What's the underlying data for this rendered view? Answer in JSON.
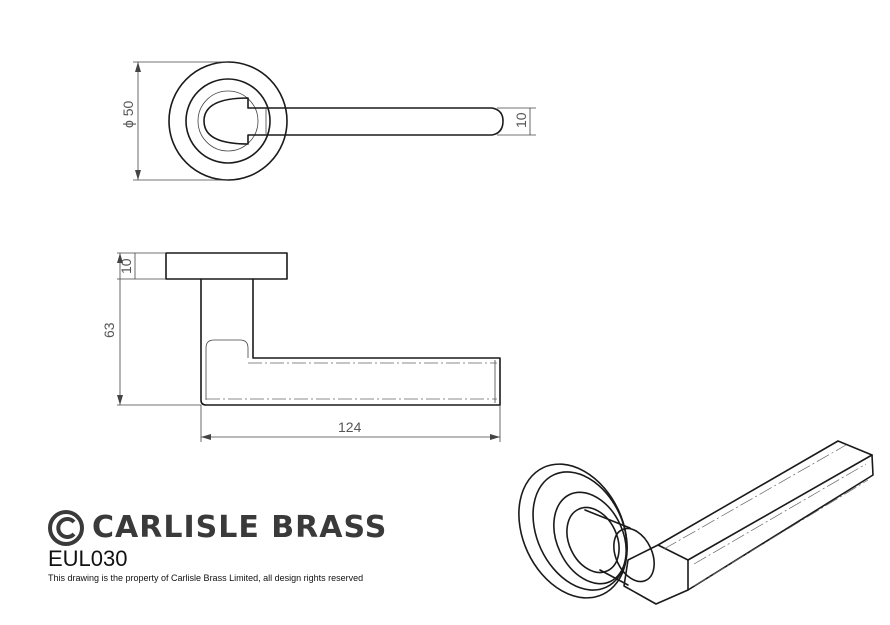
{
  "drawing": {
    "dimensions": {
      "rose_diameter": "ϕ 50",
      "lever_thickness": "10",
      "rose_thickness": "10",
      "height": "63",
      "length": "124"
    }
  },
  "brand": {
    "name": "CARLISLE BRASS",
    "logo_icon": "carlisle-brass-logo-icon"
  },
  "product": {
    "code": "EUL030"
  },
  "footer": {
    "note": "This drawing is the property of Carlisle Brass Limited, all design rights reserved"
  },
  "colors": {
    "line": "#1a1a1a",
    "brand_text": "#3a3a3a"
  }
}
